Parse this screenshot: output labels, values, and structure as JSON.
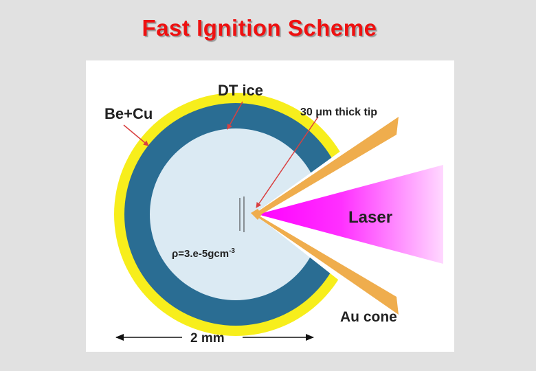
{
  "title": "Fast Ignition Scheme",
  "labels": {
    "be_cu": "Be+Cu",
    "dt_ice": "DT ice",
    "tip": "30 μm thick tip",
    "laser": "Laser",
    "au_cone": "Au cone",
    "density_prefix": "ρ=3.e-5gcm",
    "density_exp": "-3",
    "scale": "2 mm"
  },
  "colors": {
    "title": "#ee1111",
    "shell_outer": "#f7ee1c",
    "dt_ice": "#2a6d93",
    "core": "#dbeaf3",
    "cone": "#efad4d",
    "laser": "#ff00ff",
    "arrow": "#d94040"
  }
}
